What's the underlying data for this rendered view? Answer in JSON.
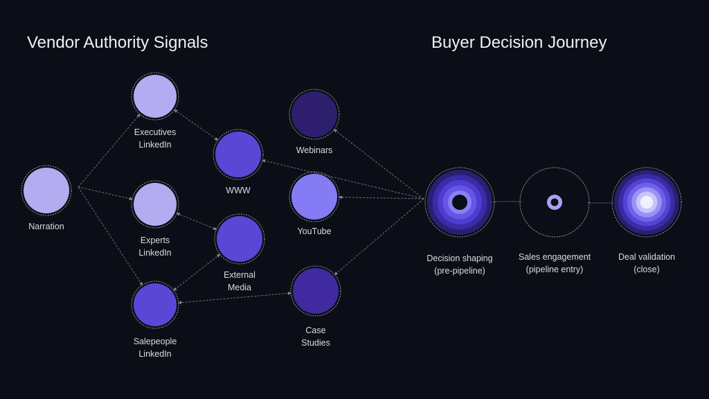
{
  "titles": {
    "left": "Vendor Authority Signals",
    "right": "Buyer Decision Journey"
  },
  "signals": [
    {
      "id": "narration",
      "label": [
        "Narration"
      ],
      "color": "#b3acf0"
    },
    {
      "id": "executives",
      "label": [
        "Executives",
        "LinkedIn"
      ],
      "color": "#b3acf0"
    },
    {
      "id": "experts",
      "label": [
        "Experts",
        "LinkedIn"
      ],
      "color": "#b3acf0"
    },
    {
      "id": "salepeople",
      "label": [
        "Salepeople",
        "LinkedIn"
      ],
      "color": "#5b47d6"
    },
    {
      "id": "www",
      "label": [
        "WWW"
      ],
      "color": "#5b47d6"
    },
    {
      "id": "external",
      "label": [
        "External",
        "Media"
      ],
      "color": "#5b47d6"
    },
    {
      "id": "webinars",
      "label": [
        "Webinars"
      ],
      "color": "#2e1e6e"
    },
    {
      "id": "youtube",
      "label": [
        "YouTube"
      ],
      "color": "#857cf5"
    },
    {
      "id": "case",
      "label": [
        "Case",
        "Studies"
      ],
      "color": "#3f2aa0"
    }
  ],
  "stages": [
    {
      "id": "decision",
      "label": [
        "Decision shaping",
        "(pre-pipeline)"
      ]
    },
    {
      "id": "sales",
      "label": [
        "Sales engagement",
        "(pipeline entry)"
      ]
    },
    {
      "id": "deal",
      "label": [
        "Deal validation",
        "(close)"
      ]
    }
  ],
  "edges": [
    [
      "narration",
      "executives"
    ],
    [
      "narration",
      "experts"
    ],
    [
      "narration",
      "salepeople"
    ],
    [
      "executives",
      "www"
    ],
    [
      "experts",
      "external"
    ],
    [
      "external",
      "salepeople"
    ],
    [
      "salepeople",
      "case"
    ],
    [
      "decision",
      "webinars"
    ],
    [
      "decision",
      "www"
    ],
    [
      "decision",
      "youtube"
    ],
    [
      "decision",
      "case"
    ]
  ]
}
